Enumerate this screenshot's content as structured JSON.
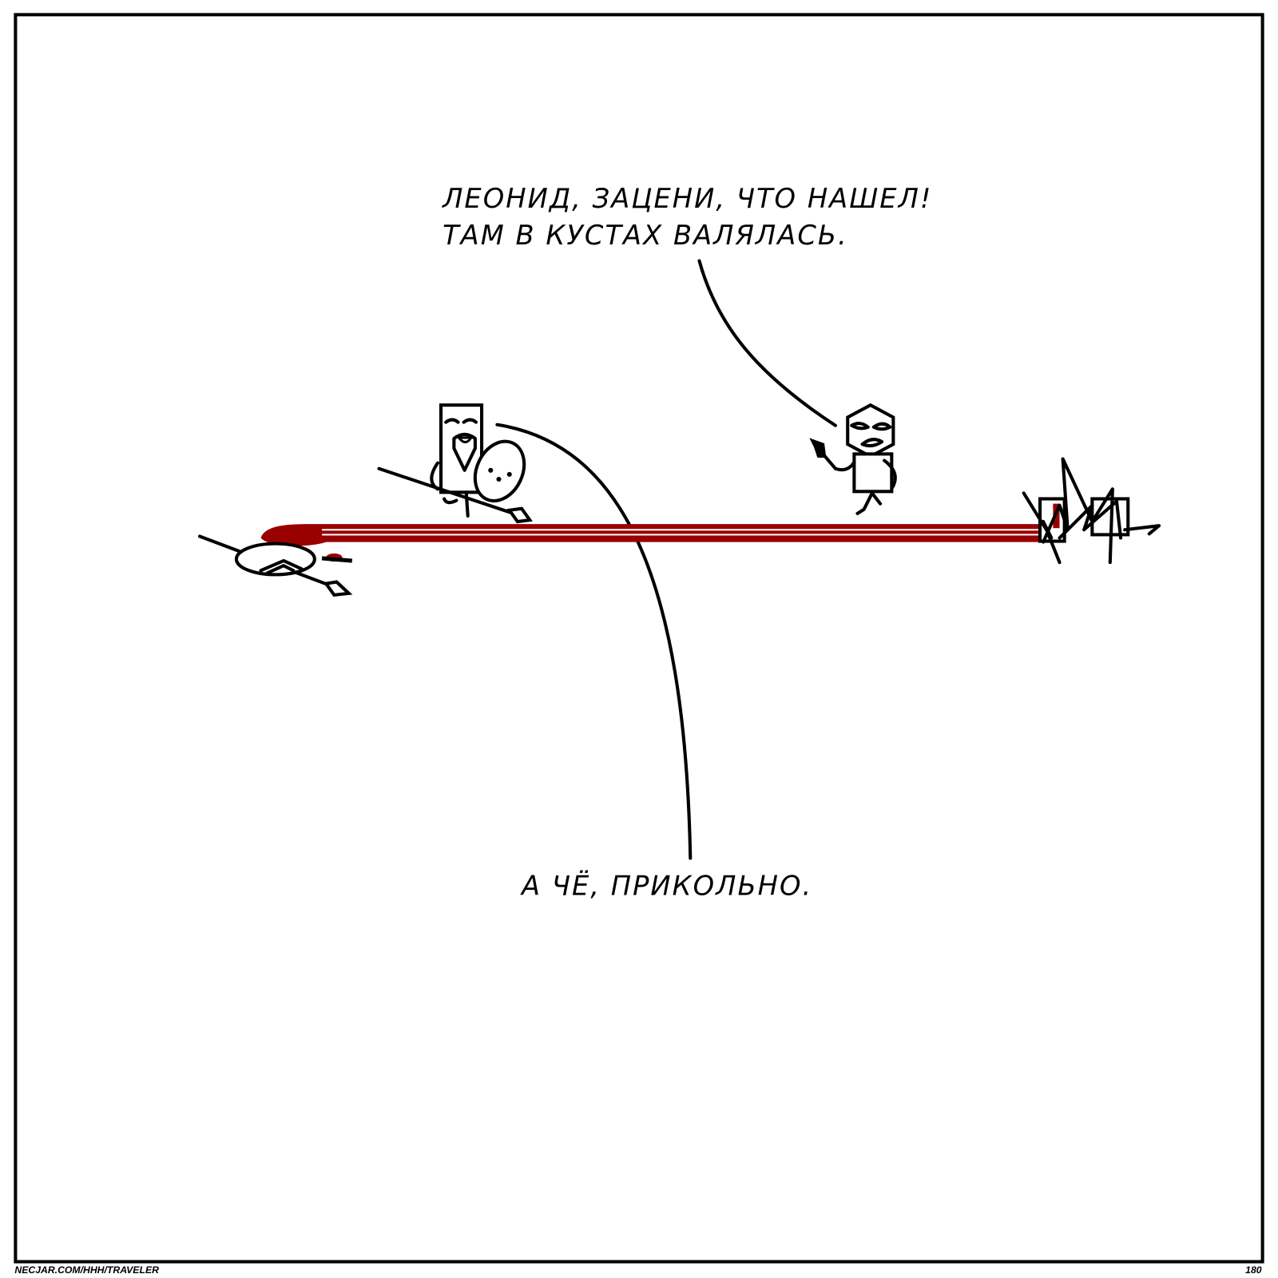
{
  "comic": {
    "speech_top": [
      "ЛЕОНИД, ЗАЦЕНИ, ЧТО НАШЕЛ!",
      "ТАМ В КУСТАХ ВАЛЯЛАСЬ."
    ],
    "speech_bottom": "А ЧЁ, ПРИКОЛЬНО.",
    "footer_left": "NECJAR.COM/HHH/TRAVELER",
    "page_number": "180"
  },
  "colors": {
    "blood": "#990000",
    "ink": "#000000"
  }
}
